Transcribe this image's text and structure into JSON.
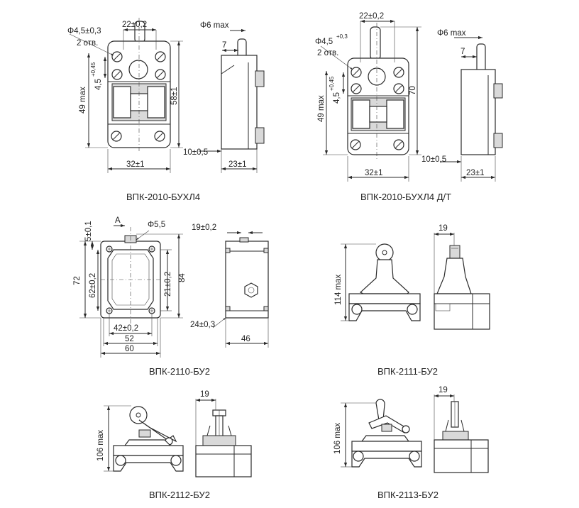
{
  "drawings": [
    {
      "id": "vpk-2010-buhl4",
      "caption": "ВПК-2010-БУХЛ4",
      "dims": {
        "hole": "Φ4,5±0,3",
        "holes_count": "2 отв.",
        "pitch": "22±0,2",
        "offset": "4,5",
        "offset_tol": "+0,45",
        "height_max": "49 max",
        "height": "58±1",
        "width": "32±1",
        "rod_dia": "Φ6 max",
        "rod_off": "7",
        "base": "10±0,5",
        "depth": "23±1"
      }
    },
    {
      "id": "vpk-2010-buhl4-dt",
      "caption": "ВПК-2010-БУХЛ4 Д/Т",
      "dims": {
        "hole": "Φ4,5",
        "hole_tol": "+0,3",
        "holes_count": "2 отв.",
        "pitch": "22±0,2",
        "offset": "4,5",
        "offset_tol": "+0,45",
        "height_max": "49 max",
        "height": "70",
        "width": "32±1",
        "rod_dia": "Φ6 max",
        "rod_off": "7",
        "base": "10±0,5",
        "depth": "23±1"
      }
    },
    {
      "id": "vpk-2110-bu2",
      "caption": "ВПК-2110-БУ2",
      "dims": {
        "top": "5±0,1",
        "view": "A",
        "hole": "Φ5,5",
        "height": "72",
        "pitch_v": "62±0,2",
        "inner": "21±0,2",
        "outer": "84",
        "pitch_h": "42±0,2",
        "w1": "52",
        "w2": "60",
        "side_top": "19±0,2",
        "side_h": "24±0,3",
        "side_w": "46"
      }
    },
    {
      "id": "vpk-2111-bu2",
      "caption": "ВПК-2111-БУ2",
      "dims": {
        "height_max": "114 max",
        "offset": "19"
      }
    },
    {
      "id": "vpk-2112-bu2",
      "caption": "ВПК-2112-БУ2",
      "dims": {
        "height_max": "106 max",
        "offset": "19"
      }
    },
    {
      "id": "vpk-2113-bu2",
      "caption": "ВПК-2113-БУ2",
      "dims": {
        "height_max": "106 max",
        "offset": "19"
      }
    }
  ]
}
